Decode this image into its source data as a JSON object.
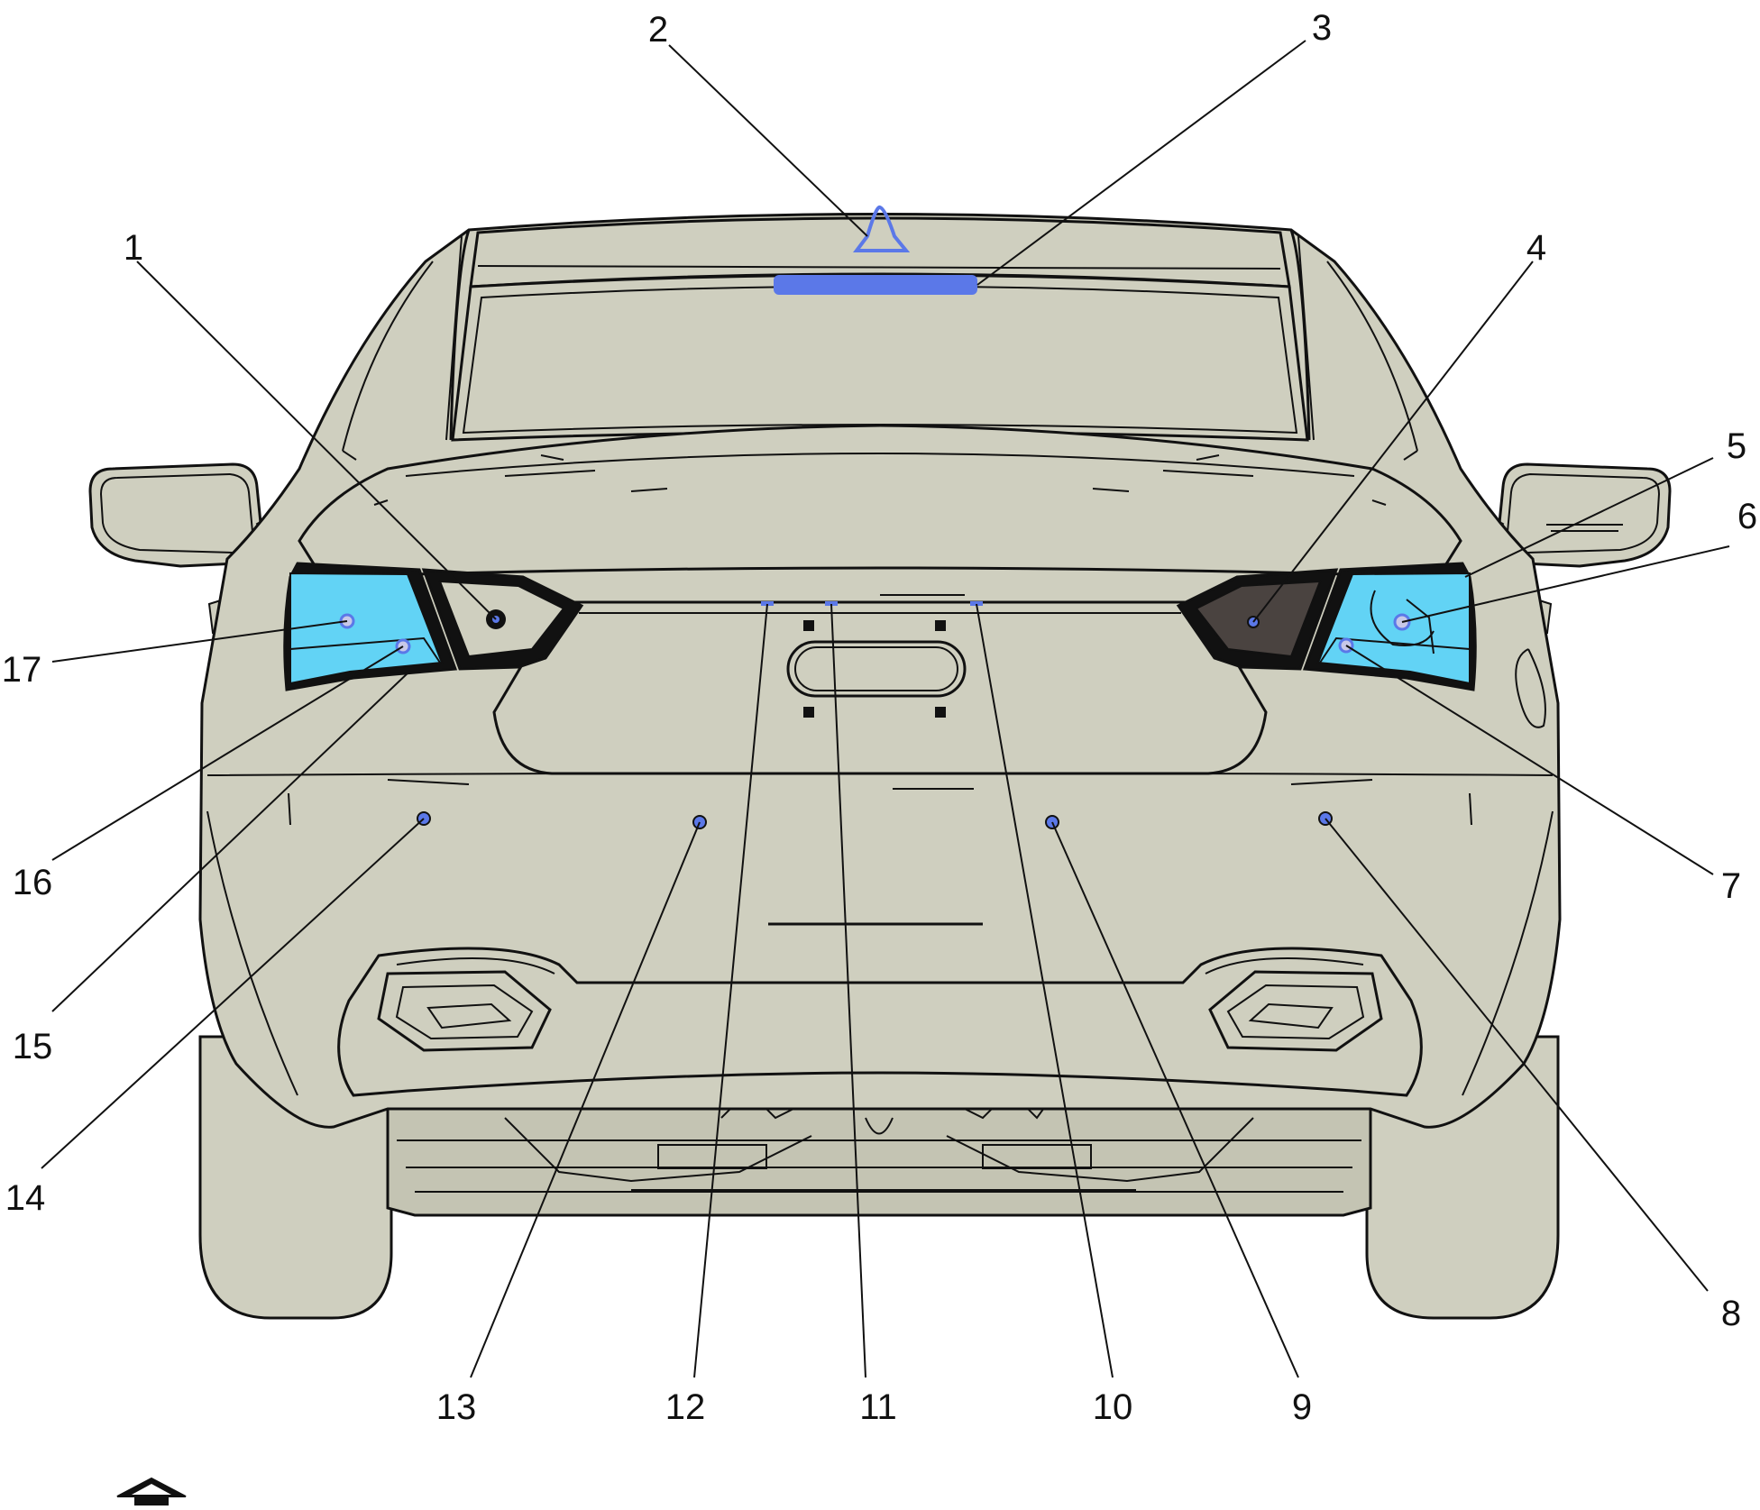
{
  "colors": {
    "body_fill": "#cfcfbf",
    "body_fill_dark": "#c4c4b3",
    "outline": "#111111",
    "lamp_fill": "#62d3f5",
    "component_marker": "#5b78e8",
    "background": "#ffffff"
  },
  "callouts": [
    {
      "id": 1,
      "label": "1"
    },
    {
      "id": 2,
      "label": "2"
    },
    {
      "id": 3,
      "label": "3"
    },
    {
      "id": 4,
      "label": "4"
    },
    {
      "id": 5,
      "label": "5"
    },
    {
      "id": 6,
      "label": "6"
    },
    {
      "id": 7,
      "label": "7"
    },
    {
      "id": 8,
      "label": "8"
    },
    {
      "id": 9,
      "label": "9"
    },
    {
      "id": 10,
      "label": "10"
    },
    {
      "id": 11,
      "label": "11"
    },
    {
      "id": 12,
      "label": "12"
    },
    {
      "id": 13,
      "label": "13"
    },
    {
      "id": 14,
      "label": "14"
    },
    {
      "id": 15,
      "label": "15"
    },
    {
      "id": 16,
      "label": "16"
    },
    {
      "id": 17,
      "label": "17"
    }
  ],
  "icons": {
    "front_direction": "front-arrow-icon"
  }
}
